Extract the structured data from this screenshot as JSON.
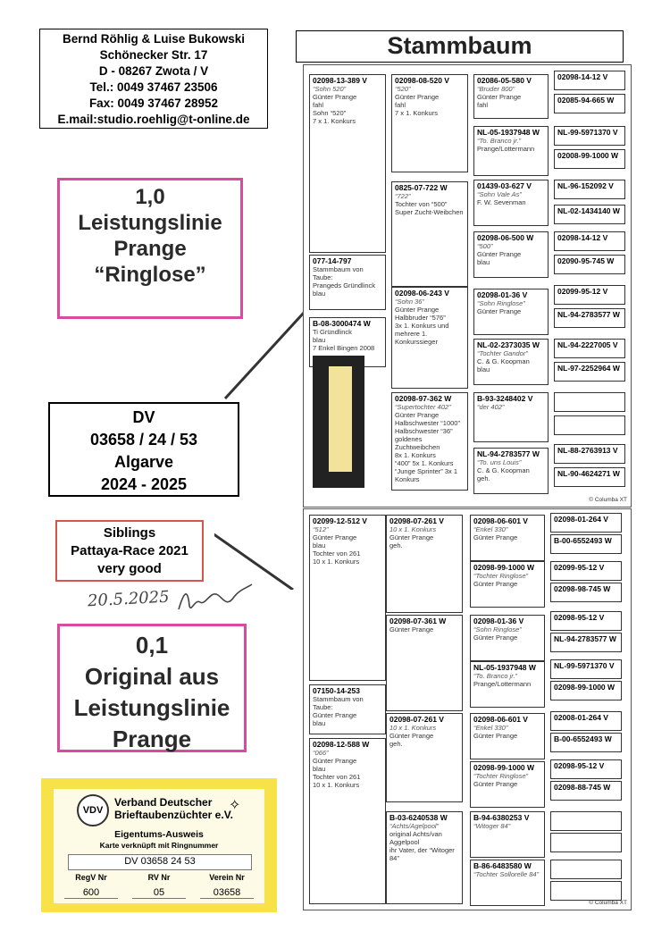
{
  "contact": {
    "lines": [
      "Bernd Röhlig & Luise Bukowski",
      "Schönecker Str. 17",
      "D - 08267 Zwota / V",
      "Tel.: 0049 37467 23506",
      "Fax: 0049 37467 28952",
      "E.mail:studio.roehlig@t-online.de"
    ]
  },
  "male_box": {
    "lines": [
      "1,0",
      "Leistungslinie",
      "Prange",
      "“Ringlose”"
    ]
  },
  "dv_box": {
    "lines": [
      "DV",
      "03658 / 24 / 53",
      "Algarve",
      "2024 - 2025"
    ]
  },
  "siblings_box": {
    "lines": [
      "Siblings",
      "Pattaya-Race 2021",
      "very good"
    ]
  },
  "signature": {
    "date": "20.5.2025"
  },
  "female_box": {
    "lines": [
      "0,1",
      "Original aus",
      "Leistungslinie",
      "Prange"
    ]
  },
  "title": "Stammbaum",
  "pedigree1": {
    "cells": [
      {
        "ring": "02098-13-389 V",
        "name": "“Sohn 520”",
        "text": "Günter Prange\nfahl\nSohn “520”\n7 x 1. Konkurs"
      },
      {
        "ring": "077-14-797",
        "name": "",
        "text": "Stammbaum von Taube:\nPrangeds Gründlinck\nblau"
      },
      {
        "ring": "B-08-3000474 W",
        "name": "",
        "text": "Ti Gründlinck\nblau\n7 Enkel Bingen 2008"
      },
      {
        "ring": "02098-08-520 V",
        "name": "“520”",
        "text": "Günter Prange\nfahl\n7 x 1. Konkurs"
      },
      {
        "ring": "0825-07-722 W",
        "name": "“722”",
        "text": "Tochter von “500”\nSuper Zucht-Weibchen"
      },
      {
        "ring": "02098-06-243 V",
        "name": "“Sohn 36”",
        "text": "Günter Prange\nHalbbruder “576”\n3x 1. Konkurs und mehrere 1. Konkurssieger"
      },
      {
        "ring": "02098-97-362 W",
        "name": "“Supertochter 402”",
        "text": "Günter Prange\nHalbschwester “1000”\nHalbschwester “36”\ngoldenes Zuchtweibchen\n8x 1. Konkurs\n“400” 5x 1. Konkurs\n“Junge Sprinter” 3x 1 Konkurs"
      },
      {
        "ring": "02086-05-580 V",
        "name": "“Bruder 800”",
        "text": "Günter Prange\nfahl"
      },
      {
        "ring": "NL-05-1937948 W",
        "name": "“To. Branco jr.”",
        "text": "Prange/Lottermann"
      },
      {
        "ring": "01439-03-627 V",
        "name": "“Sohn Vale As”",
        "text": "F. W. Sevenman"
      },
      {
        "ring": "02098-06-500 W",
        "name": "“500”",
        "text": "Günter Prange\nblau"
      },
      {
        "ring": "02098-01-36 V",
        "name": "“Sohn Ringlose”",
        "text": "Günter Prange"
      },
      {
        "ring": "NL-02-2373035 W",
        "name": "“Tochter Gandor”",
        "text": "C. & G. Koopman\nblau"
      },
      {
        "ring": "B-93-3248402 V",
        "name": "“der 402”",
        "text": ""
      },
      {
        "ring": "NL-94-2783577 W",
        "name": "“To. uns Louis”",
        "text": "C. & G. Koopman\ngeh."
      },
      {
        "ring": "02098-14-12 V",
        "name": "",
        "text": ""
      },
      {
        "ring": "02085-94-665 W",
        "name": "",
        "text": ""
      },
      {
        "ring": "NL-99-5971370 V",
        "name": "",
        "text": ""
      },
      {
        "ring": "02008-99-1000 W",
        "name": "",
        "text": ""
      },
      {
        "ring": "NL-96-152092 V",
        "name": "",
        "text": ""
      },
      {
        "ring": "NL-02-1434140 W",
        "name": "",
        "text": ""
      },
      {
        "ring": "02098-14-12 V",
        "name": "",
        "text": ""
      },
      {
        "ring": "02090-95-745 W",
        "name": "",
        "text": ""
      },
      {
        "ring": "02099-95-12 V",
        "name": "",
        "text": ""
      },
      {
        "ring": "NL-94-2783577 W",
        "name": "",
        "text": ""
      },
      {
        "ring": "NL-94-2227005 V",
        "name": "",
        "text": ""
      },
      {
        "ring": "NL-97-2252964 W",
        "name": "",
        "text": ""
      },
      {
        "ring": "",
        "name": "",
        "text": ""
      },
      {
        "ring": "",
        "name": "",
        "text": ""
      },
      {
        "ring": "NL-88-2763913 V",
        "name": "",
        "text": ""
      },
      {
        "ring": "NL-90-4624271 W",
        "name": "",
        "text": ""
      }
    ],
    "credit": "© Columba XT"
  },
  "pedigree2": {
    "cells": [
      {
        "ring": "02099-12-512 V",
        "name": "“512”",
        "text": "Günter Prange\nblau\nTochter von 261\n10 x 1. Konkurs"
      },
      {
        "ring": "07150-14-253",
        "name": "",
        "text": "Stammbaum von Taube:\nGünter Prange\nblau"
      },
      {
        "ring": "02098-12-588 W",
        "name": "“066”",
        "text": "Günter Prange\nblau\nTochter von 261\n10 x 1. Konkurs"
      },
      {
        "ring": "02098-07-261 V",
        "name": "10 x 1. Konkurs",
        "text": "Günter Prange\ngeh."
      },
      {
        "ring": "02098-07-361 W",
        "name": "",
        "text": "Günter Prange"
      },
      {
        "ring": "02098-07-261 V",
        "name": "10 x 1. Konkurs",
        "text": "Günter Prange\ngeh."
      },
      {
        "ring": "B-03-6240538 W",
        "name": "“Achts/Agelpool”",
        "text": "original Achts/van Aggelpool\nihr Vater, der “Witoger 84”"
      },
      {
        "ring": "02098-06-601 V",
        "name": "“Enkel 330”",
        "text": "Günter Prange"
      },
      {
        "ring": "02098-99-1000 W",
        "name": "“Tochter Ringlose”",
        "text": "Günter Prange"
      },
      {
        "ring": "02098-01-36 V",
        "name": "“Sohn Ringlose”",
        "text": "Günter Prange"
      },
      {
        "ring": "NL-05-1937948 W",
        "name": "“To. Branco jr.”",
        "text": "Prange/Lottermann"
      },
      {
        "ring": "02098-06-601 V",
        "name": "“Enkel 330”",
        "text": "Günter Prange"
      },
      {
        "ring": "02098-99-1000 W",
        "name": "“Tochter Ringlose”",
        "text": "Günter Prange"
      },
      {
        "ring": "B-94-6380253 V",
        "name": "“Witoger 84”",
        "text": ""
      },
      {
        "ring": "B-86-6483580 W",
        "name": "“Tochter Sollorelle 84”",
        "text": ""
      },
      {
        "ring": "02098-01-264 V",
        "name": "",
        "text": ""
      },
      {
        "ring": "B-00-6552493 W",
        "name": "",
        "text": ""
      },
      {
        "ring": "02099-95-12 V",
        "name": "",
        "text": ""
      },
      {
        "ring": "02098-98-745 W",
        "name": "",
        "text": ""
      },
      {
        "ring": "02098-95-12 V",
        "name": "",
        "text": ""
      },
      {
        "ring": "NL-94-2783577 W",
        "name": "",
        "text": ""
      },
      {
        "ring": "NL-99-5971370 V",
        "name": "",
        "text": ""
      },
      {
        "ring": "02098-99-1000 W",
        "name": "",
        "text": ""
      },
      {
        "ring": "02008-01-264 V",
        "name": "",
        "text": ""
      },
      {
        "ring": "B-00-6552493 W",
        "name": "",
        "text": ""
      },
      {
        "ring": "02098-95-12 V",
        "name": "",
        "text": ""
      },
      {
        "ring": "02098-88-745 W",
        "name": "",
        "text": ""
      },
      {
        "ring": "",
        "name": "",
        "text": ""
      },
      {
        "ring": "",
        "name": "",
        "text": ""
      },
      {
        "ring": "",
        "name": "",
        "text": ""
      },
      {
        "ring": "",
        "name": "",
        "text": ""
      }
    ],
    "credit": "© Columba XT"
  },
  "card": {
    "org_line1": "Verband Deutscher",
    "org_line2": "Brieftaubenzüchter e.V.",
    "logo_text": "VDV",
    "eagle_glyph": "✧",
    "header": "Eigentums-Ausweis",
    "subheader": "Karte verknüpft mit Ringnummer",
    "ring": "DV 03658 24 53",
    "labels": [
      "RegV Nr",
      "RV Nr",
      "Verein Nr"
    ],
    "values": [
      "600",
      "05",
      "03658"
    ]
  },
  "stamp_text": "Eigentums-Ausweis"
}
